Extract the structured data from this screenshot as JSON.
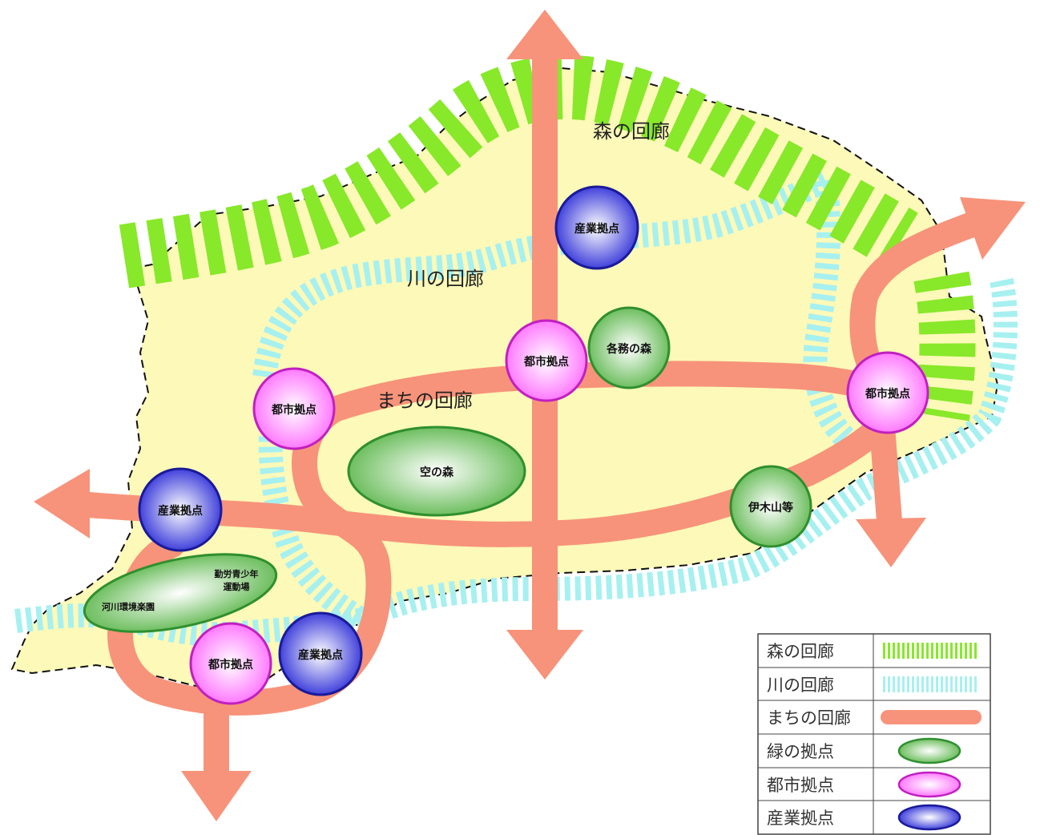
{
  "corridors": {
    "forest": "森の回廊",
    "river": "川の回廊",
    "town": "まちの回廊"
  },
  "nodes": {
    "industry_top": "産業拠点",
    "urban_center": "都市拠点",
    "green_kakuzen": "各務の森",
    "urban_left": "都市拠点",
    "urban_right": "都市拠点",
    "sky_forest": "空の森",
    "green_iki": "伊木山等",
    "industry_left": "産業拠点",
    "green_river_line1": "勤労青少年",
    "green_river_line2": "運動場",
    "green_river_park": "河川環境楽園",
    "urban_bottom": "都市拠点",
    "industry_bottom": "産業拠点"
  },
  "legend": {
    "forest": "森の回廊",
    "river": "川の回廊",
    "town": "まちの回廊",
    "green": "緑の拠点",
    "urban": "都市拠点",
    "industry": "産業拠点"
  },
  "colors": {
    "land": "#fdf9b8",
    "forest": "#88e82a",
    "river": "#a7f0f0",
    "town": "#f7937a",
    "green_node": "#5fb84f",
    "urban_node": "#ff7cff",
    "industry_node": "#3a3adc"
  }
}
